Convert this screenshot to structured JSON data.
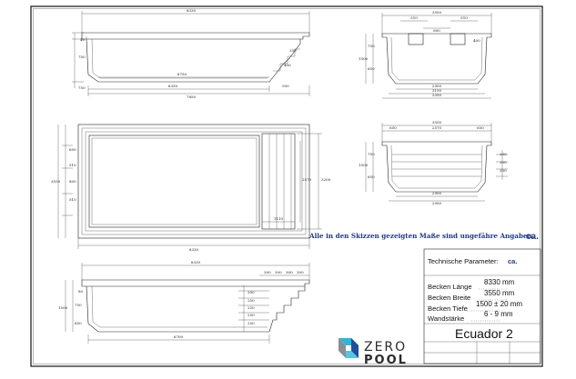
{
  "note": {
    "text": "Alle in den Skizzen gezeigten Maße sind ungefähre Angaben.",
    "ca": "ca."
  },
  "title_block": {
    "heading": "Technische Parameter:",
    "heading_ca": "ca.",
    "rows": [
      {
        "label": "Becken Länge",
        "value": "8330 mm"
      },
      {
        "label": "Becken Breite",
        "value": "3550 mm"
      },
      {
        "label": "Becken Tiefe",
        "value": "1500 ± 20 mm"
      },
      {
        "label": "Wandstärke",
        "value": "6 - 9 mm"
      }
    ],
    "model": "Ecuador 2"
  },
  "logo": {
    "line1": "ZERO",
    "line2": "POOL"
  },
  "colors": {
    "accent": "#1f3a8a",
    "logo_cyan": "#2bb8d8",
    "logo_blue": "#1d4f9c",
    "logo_grey": "#8a8f96"
  },
  "views": {
    "side_top": {
      "overall": "8330",
      "h_left": "40",
      "h_side": "750",
      "bottom_inner": "6750",
      "step_w": "350",
      "step_h": "400",
      "foot_left": "750",
      "foot_mid": "6350",
      "foot_right": "950",
      "foot_total": "7850"
    },
    "end_top": {
      "overall": "3550",
      "seg_left": "510",
      "seg_right": "510",
      "seg_mid": "800",
      "h_top": "750",
      "h_total": "1500",
      "h_low": "650",
      "right_h": "400",
      "b1": "2900",
      "b2": "3150",
      "b3": "3350"
    },
    "plan": {
      "w_total": "8330",
      "h_total": "3550",
      "left_a": "650",
      "left_b": "510",
      "left_c": "800",
      "left_d": "510",
      "step_inner": "2570",
      "step_outer": "3200",
      "step_len": "1110"
    },
    "end_mid": {
      "overall": "3550",
      "left": "650",
      "mid": "2570",
      "right": "650",
      "h_top": "750",
      "h_total": "1500",
      "h_low": "650",
      "r1": "200",
      "r2": "300",
      "r3": "300",
      "b1": "2900",
      "b2": "2900"
    },
    "side_bottom": {
      "overall": "8330",
      "steps_top": [
        "300",
        "300",
        "300",
        "300"
      ],
      "h_total": "1500",
      "h_top": "750",
      "h_low": "650",
      "step_heights": [
        "200",
        "250",
        "250",
        "250",
        "250"
      ],
      "bottom": "6700",
      "left_small": "80"
    }
  }
}
